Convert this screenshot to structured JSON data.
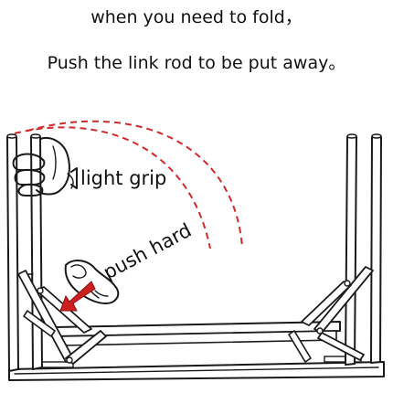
{
  "caption": {
    "line1": "when you need to fold，",
    "line2": "Push the link rod to be put away。"
  },
  "labels": {
    "light_grip": "light grip",
    "push_hard": "push hard"
  },
  "colors": {
    "ink": "#1a1a1a",
    "arrow": "#cc1f1f",
    "dashed_path": "#d12a2a"
  },
  "icons": [
    "hand-grip-icon",
    "hand-push-icon",
    "red-push-arrow-icon"
  ]
}
